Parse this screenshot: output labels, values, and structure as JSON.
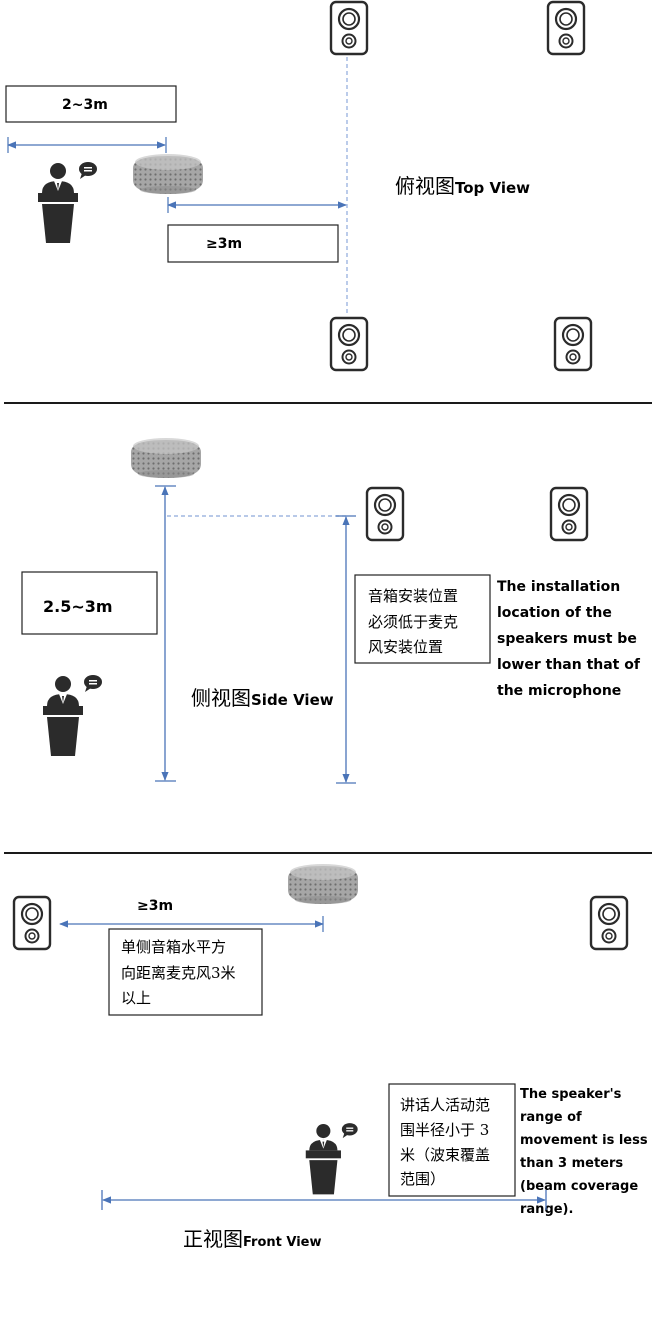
{
  "top": {
    "label_cn": "俯视图",
    "label_en": "Top View",
    "dist_mic_person": "2~3m",
    "dist_mic_speaker": "≥3m"
  },
  "side": {
    "label_cn": "侧视图",
    "label_en": "Side View",
    "mic_height": "2.5~3m",
    "note_cn": [
      "音箱安装位置",
      "必须低于麦克",
      "风安装位置"
    ],
    "note_en": [
      "The installation",
      "location of the",
      "speakers must be",
      "lower than that of",
      "the microphone"
    ]
  },
  "front": {
    "label_cn": "正视图",
    "label_en": "Front View",
    "dist": "≥3m",
    "note1_cn": [
      "单侧音箱水平方",
      "向距离麦克风3米",
      "以上"
    ],
    "note2_cn": [
      "讲话人活动范",
      "围半径小于 3",
      "米（波束覆盖",
      "范围）"
    ],
    "note2_en": [
      "The speaker's",
      "range of",
      "movement is less",
      "than 3 meters",
      "(beam coverage",
      "range)."
    ]
  },
  "colors": {
    "arrow": "#4a74b8",
    "dashed": "#8ea9db",
    "divider": "#1a1a1a",
    "icon": "#2b2b2b",
    "mic_top": "#a8a8a8",
    "mic_side": "#d0d0d0"
  }
}
